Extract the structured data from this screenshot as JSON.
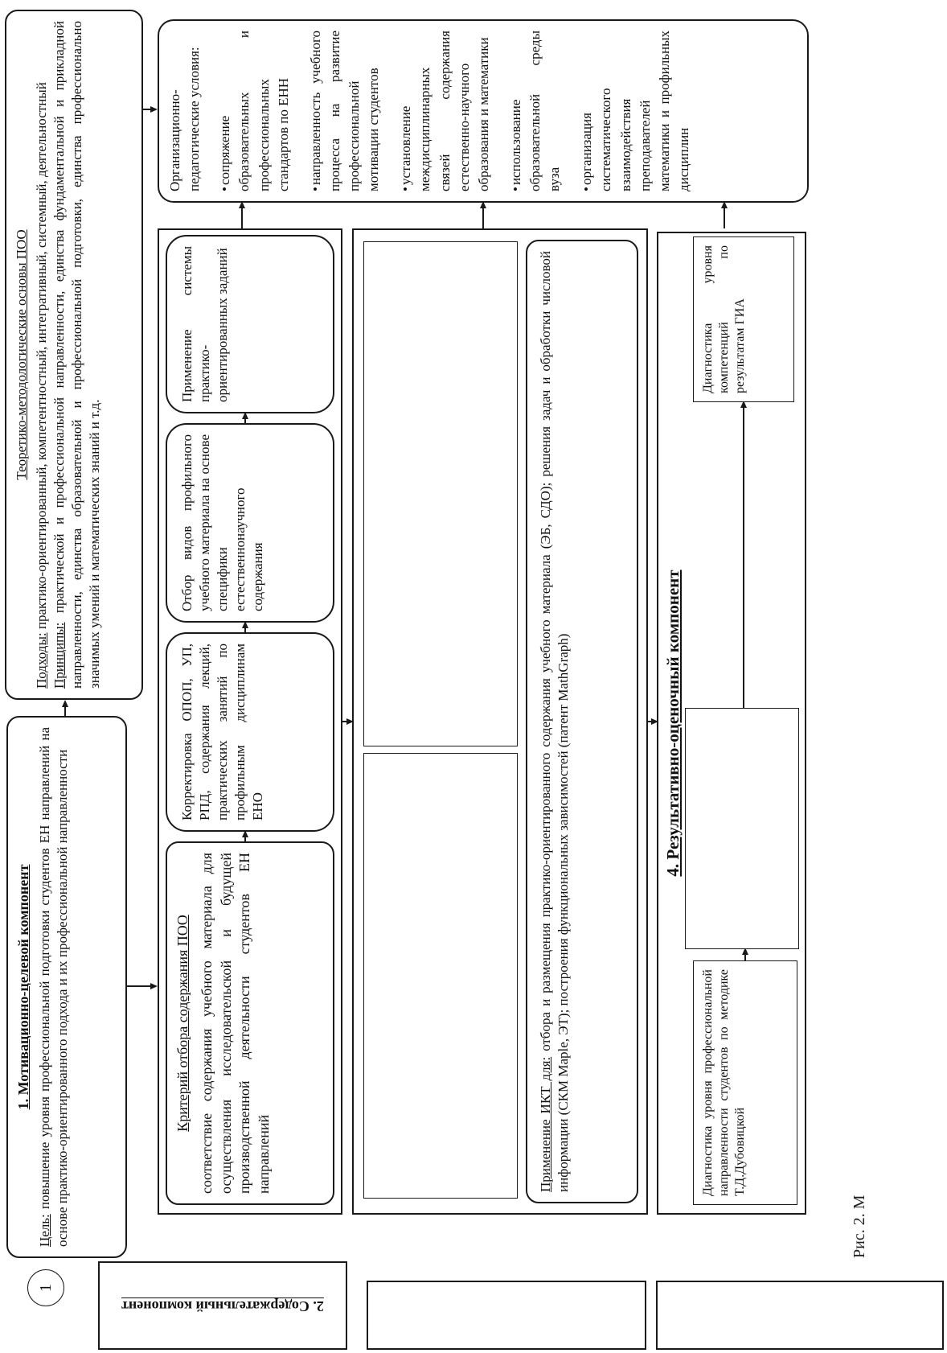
{
  "figure": {
    "marker_label": "1",
    "caption_fragment": "Рис. 2. М"
  },
  "comp1": {
    "title": "1. Мотивационно-целевой компонент",
    "goal_label": "Цель:",
    "goal_text": " повышение уровня профессиональной подготовки студентов ЕН направлений на основе практико-ориентированного подхода и их профессиональной направленности"
  },
  "foundations": {
    "title": "Теоретико-методологические основы ПОО",
    "approaches_label": "Подходы:",
    "approaches_text": " практико-ориентированный, компетентностный, интегративный, системный, деятельностный",
    "principles_label": "Принципы:",
    "principles_text": " практической и профессиональной направленности, единства фундаментальной и прикладной направленности, единства образовательной и профессиональной подготовки, единства профессионально значимых умений и математических знаний и т.д."
  },
  "content_component": {
    "label": "2. Содержательный компонент",
    "criterion_title": "Критерий отбора содержания ПОО",
    "criterion_text": "соответствие содержания учебного материала для осуществления исследовательской и будущей производственной деятельности студентов ЕН направлений",
    "steps": [
      "Корректировка ОПОП, УП, РПД, содержания лекций, практических занятий по профильным дисциплинам ЕНО",
      "Отбор видов профильного учебного материала на основе специфики естественнонаучного содержания",
      "Применение системы практико-ориентированных заданий"
    ]
  },
  "tech_component": {
    "ict_label": "Применение ИКТ для:",
    "ict_text": " отбора и размещения практико-ориентированного содержания учебного материала (ЭБ, СДО); решения задач и обработки числовой информации (СКМ Maple, ЭТ); построения функциональных зависимостей (патент MathGraph)"
  },
  "result_component": {
    "title": "4. Результативно-оценочный компонент",
    "diag_left": "Диагностика уровня профессиональной направленности студентов по методике Т.Д.Дубовицкой",
    "diag_right": "Диагностика уровня компетенций по результатам ГИА"
  },
  "conditions": {
    "title": "Организационно-педагогические условия:",
    "items": [
      "сопряжение образовательных и профессиональных стандартов по ЕНН",
      "направленность учебного процесса на развитие профессиональной мотивации студентов",
      "установление междисциплинарных связей содержания естественно-научного образования и математики",
      "использование образовательной среды вуза",
      "организация систематического взаимодействия преподавателей математики и профильных дисциплин"
    ]
  }
}
